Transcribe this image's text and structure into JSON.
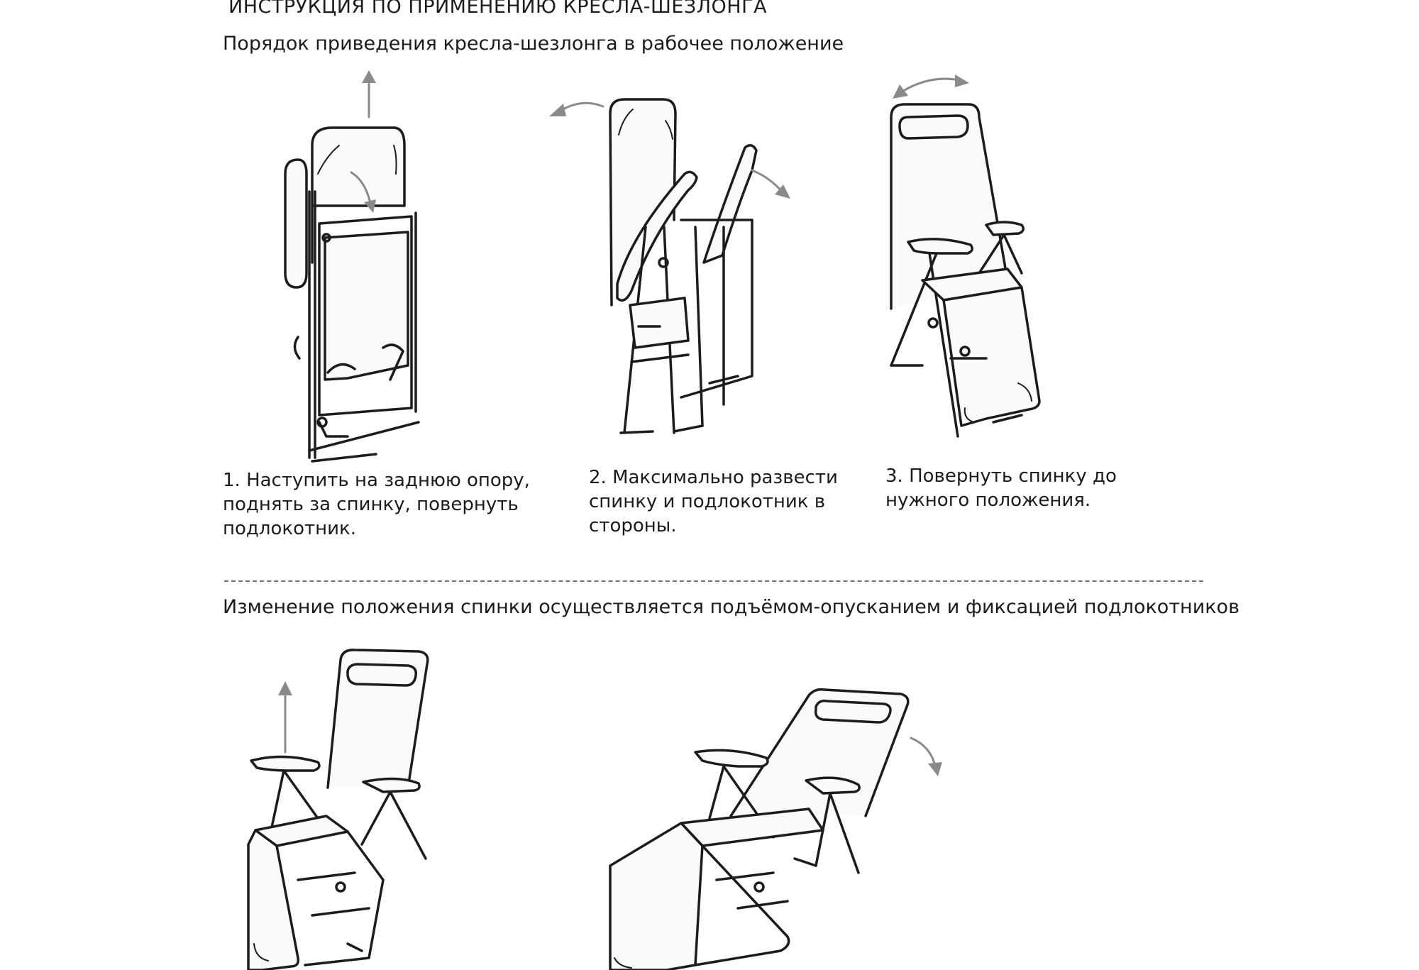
{
  "document": {
    "title": "ИНСТРУКЦИЯ ПО ПРИМЕНЕНИЮ КРЕСЛА-ШЕЗЛОНГА",
    "section1": {
      "heading": "Порядок приведения кресла-шезлонга в рабочее положение",
      "steps": [
        {
          "text": "1. Наступить на заднюю опору,\nподнять за спинку, повернуть\nподлокотник."
        },
        {
          "text": "2. Максимально развести\nспинку и подлокотник в\nстороны."
        },
        {
          "text": "3. Повернуть спинку до\nнужного положения."
        }
      ]
    },
    "section2": {
      "heading": "Изменение положения спинки осуществляется подъёмом-опусканием и фиксацией подлокотников"
    }
  }
}
